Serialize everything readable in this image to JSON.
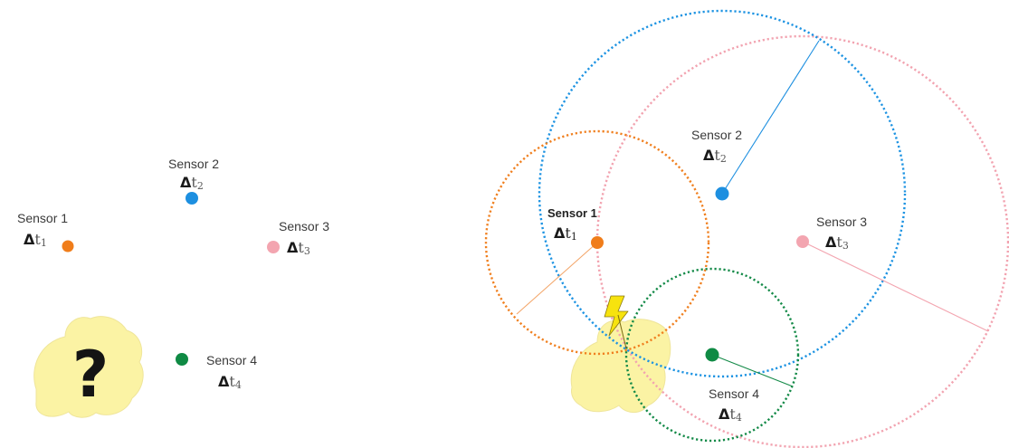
{
  "colors": {
    "sensor_1": "#f07d1a",
    "sensor_2": "#1d8fe0",
    "sensor_3": "#f3a5b0",
    "sensor_4": "#0f8a44",
    "blob_fill": "#fbf3a4",
    "bolt_fill": "#f7e30e",
    "text": "#333333"
  },
  "left_panel": {
    "unknown_source_symbol": "?",
    "sensors": [
      {
        "name": "Sensor 1",
        "delta": "Δ",
        "t": "t",
        "sub": "1"
      },
      {
        "name": "Sensor 2",
        "delta": "Δ",
        "t": "t",
        "sub": "2"
      },
      {
        "name": "Sensor 3",
        "delta": "Δ",
        "t": "t",
        "sub": "3"
      },
      {
        "name": "Sensor 4",
        "delta": "Δ",
        "t": "t",
        "sub": "4"
      }
    ]
  },
  "right_panel": {
    "sensors": [
      {
        "name": "Sensor 1",
        "delta": "Δ",
        "t": "t",
        "sub": "1"
      },
      {
        "name": "Sensor 2",
        "delta": "Δ",
        "t": "t",
        "sub": "2"
      },
      {
        "name": "Sensor 3",
        "delta": "Δ",
        "t": "t",
        "sub": "3"
      },
      {
        "name": "Sensor 4",
        "delta": "Δ",
        "t": "t",
        "sub": "4"
      }
    ],
    "source_icon": "lightning-bolt-icon"
  }
}
